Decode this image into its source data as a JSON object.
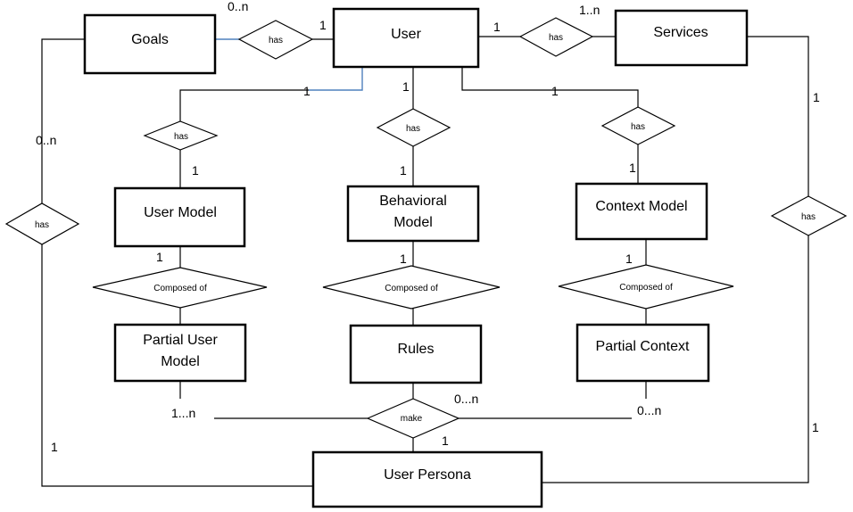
{
  "entities": {
    "goals": "Goals",
    "user": "User",
    "services": "Services",
    "user_model": "User Model",
    "behavioral_model": [
      "Behavioral",
      "Model"
    ],
    "context_model": "Context Model",
    "partial_user_model": [
      "Partial User",
      "Model"
    ],
    "rules": "Rules",
    "partial_context": "Partial Context",
    "user_persona": "User Persona"
  },
  "relationships": {
    "user_goals": "has",
    "user_services": "has",
    "user_user_model": "has",
    "user_behavioral": "has",
    "user_context": "has",
    "goals_persona": "has",
    "services_persona": "has",
    "user_model_composed": "Composed of",
    "behavioral_composed": "Composed of",
    "context_composed": "Composed of",
    "make": "make"
  },
  "cardinalities": {
    "goals_user_goals_side": "0..n",
    "goals_user_user_side": "1",
    "services_user_user_side": "1",
    "services_user_services_side": "1..n",
    "user_to_user_model_user_side": "1",
    "user_to_behavioral_user_side": "1",
    "user_to_context_user_side": "1",
    "user_model_side": "1",
    "behavioral_side": "1",
    "context_side": "1",
    "goals_persona_goals_side": "0..n",
    "goals_persona_persona_side": "1",
    "services_persona_services_side": "1",
    "services_persona_persona_side": "1",
    "user_model_composed_side": "1",
    "behavioral_composed_side": "1",
    "context_composed_side": "1",
    "partial_user_model_make": "1...n",
    "rules_make": "0...n",
    "partial_context_make": "0...n",
    "persona_make": "1"
  }
}
